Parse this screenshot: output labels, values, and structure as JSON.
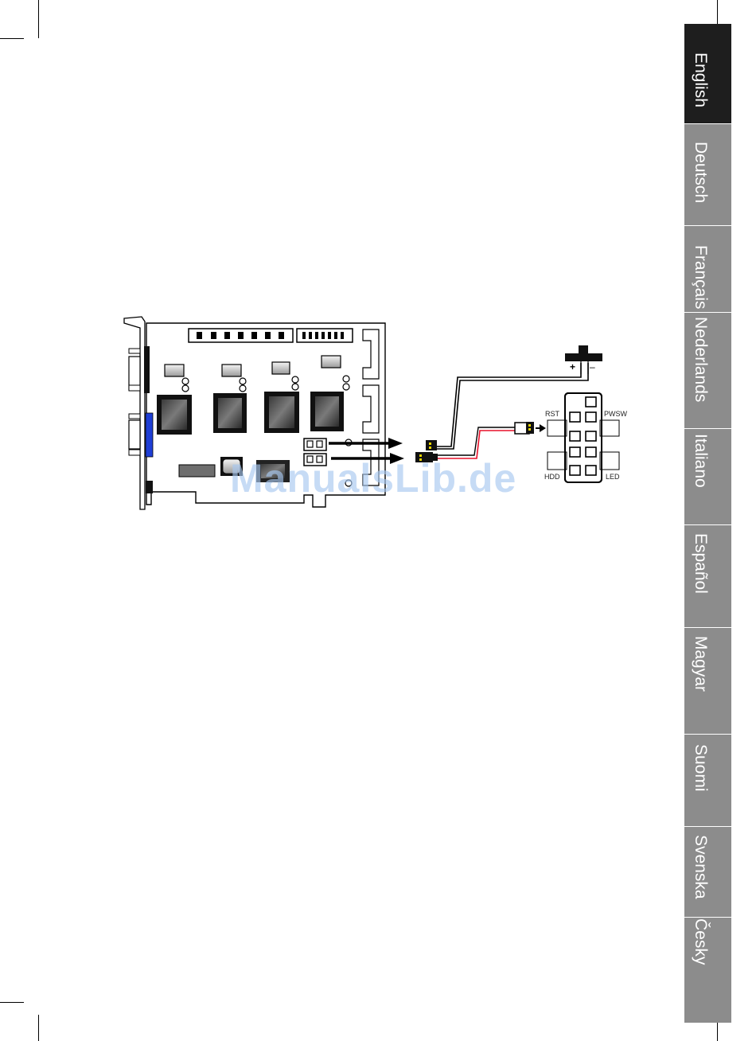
{
  "languages": [
    {
      "label": "English",
      "active": true
    },
    {
      "label": "Deutsch",
      "active": false
    },
    {
      "label": "Français",
      "active": false
    },
    {
      "label": "Nederlands",
      "active": false
    },
    {
      "label": "Italiano",
      "active": false
    },
    {
      "label": "Español",
      "active": false
    },
    {
      "label": "Magyar",
      "active": false
    },
    {
      "label": "Suomi",
      "active": false
    },
    {
      "label": "Svenska",
      "active": false
    },
    {
      "label": "Česky",
      "active": false
    }
  ],
  "diagram": {
    "power_switch": {
      "plus": "+",
      "minus": "–"
    },
    "header_labels": {
      "rst": "RST",
      "pwsw": "PWSW",
      "hdd": "HDD",
      "led": "LED"
    },
    "wire_colors": {
      "black": "#000000",
      "red": "#e8102a",
      "white": "#ffffff"
    },
    "highlight_color": "#1f3fd6"
  },
  "watermark": "ManualsLib.de",
  "colors": {
    "tab_active": "#1e1e1e",
    "tab_inactive": "#8c8c8c"
  }
}
